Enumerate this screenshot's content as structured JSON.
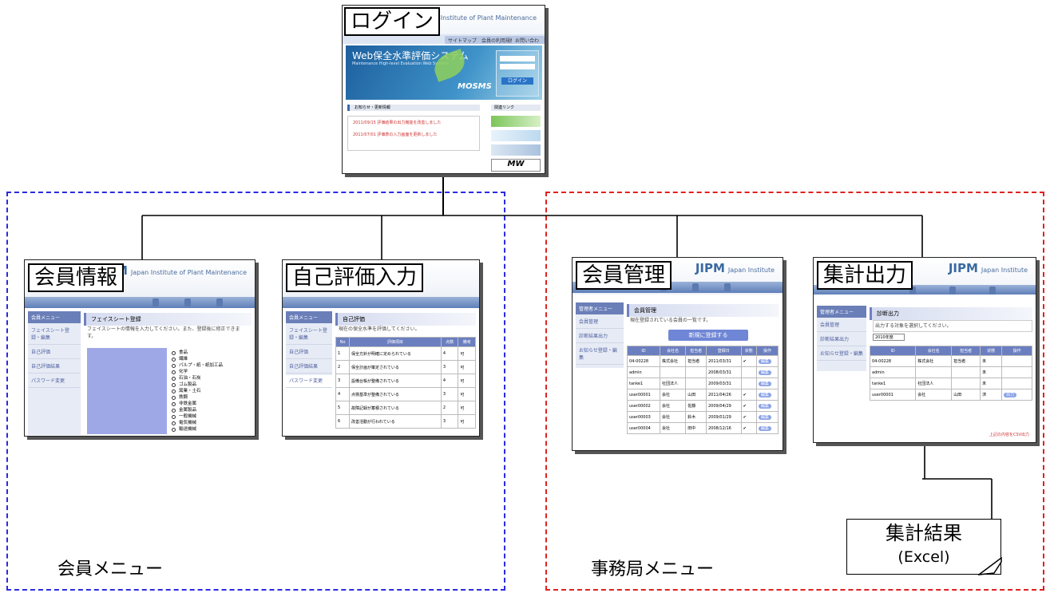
{
  "login": {
    "callout": "ログイン",
    "nav": [
      "お問い合わせ",
      "会員の利用規約",
      "サイトマップ"
    ],
    "banner_title": "Web保全水準評価システム",
    "banner_sub": "Maintenance High-level Evaluation Web System",
    "brand_badge": "MOSMS",
    "login_button": "ログイン",
    "info_title": "お知らせ・更新情報",
    "news": [
      "2011/09/15 評価結果の出力機能を改善しました",
      "2011/07/01 評価表の入力画面を更新しました"
    ],
    "link_title": "関連リンク",
    "mw_badge": "MW"
  },
  "member": {
    "group_label": "会員メニュー",
    "info": {
      "callout": "会員情報",
      "side_title": "会員メニュー",
      "side_items": [
        "フェイスシート登録・編集",
        "自己評価",
        "自己評価結果",
        "パスワード変更"
      ],
      "page_title": "フェイスシート登録",
      "note": "フェイスシートの情報を入力してください。また、登録後に修正できます。",
      "options": [
        "食品",
        "繊維",
        "パルプ・紙・紙加工品",
        "化学",
        "石油・石炭",
        "ゴム製品",
        "窯業・土石",
        "鉄鋼",
        "非鉄金属",
        "金属製品",
        "一般機械",
        "電気機械",
        "輸送機械"
      ]
    },
    "eval": {
      "callout": "自己評価入力",
      "side_title": "会員メニュー",
      "side_items": [
        "フェイスシート登録・編集",
        "自己評価",
        "自己評価結果",
        "パスワード変更"
      ],
      "page_title": "自己評価",
      "note": "現在の保全水準を評価してください。",
      "headers": [
        "No",
        "評価項目",
        "点数",
        "備考"
      ],
      "rows": [
        [
          "1",
          "保全方針が明確に定められている",
          "4",
          "可"
        ],
        [
          "2",
          "保全計画が策定されている",
          "3",
          "可"
        ],
        [
          "3",
          "設備台帳が整備されている",
          "4",
          "可"
        ],
        [
          "4",
          "点検基準が整備されている",
          "3",
          "可"
        ],
        [
          "5",
          "故障記録が蓄積されている",
          "2",
          "可"
        ],
        [
          "6",
          "改善活動が行われている",
          "3",
          "可"
        ]
      ]
    }
  },
  "office": {
    "group_label": "事務局メニュー",
    "manage": {
      "callout": "会員管理",
      "side_title": "管理者メニュー",
      "side_items": [
        "会員管理",
        "診断結果出力",
        "お知らせ登録・編集"
      ],
      "page_title": "会員管理",
      "note": "現在登録されている会員の一覧です。",
      "register_button": "新規に登録する",
      "headers": [
        "ID",
        "会社名",
        "担当者",
        "登録日",
        "状態",
        "操作"
      ],
      "rows": [
        [
          "04-00228",
          "株式会社",
          "担当者",
          "2011/03/31",
          "✔",
          "編集"
        ],
        [
          "admin",
          "",
          "",
          "2008/03/31",
          "",
          "編集"
        ],
        [
          "tanke1",
          "社団法人",
          "",
          "2009/03/31",
          "",
          "編集"
        ],
        [
          "user00001",
          "会社",
          "山田",
          "2011/04/26",
          "✔",
          "編集"
        ],
        [
          "user00002",
          "会社",
          "佐藤",
          "2009/04/29",
          "✔",
          "編集"
        ],
        [
          "user00003",
          "会社",
          "鈴木",
          "2009/01/29",
          "✔",
          "編集"
        ],
        [
          "user00004",
          "会社",
          "田中",
          "2008/12/16",
          "✔",
          "編集"
        ]
      ]
    },
    "output": {
      "callout": "集計出力",
      "side_title": "管理者メニュー",
      "side_items": [
        "会員管理",
        "診断結果出力",
        "お知らせ登録・編集"
      ],
      "page_title": "診断出力",
      "note": "出力する対象を選択してください。",
      "year_select": "2010年度",
      "headers": [
        "ID",
        "会社名",
        "担当者",
        "状態",
        "操作"
      ],
      "rows": [
        [
          "04-00228",
          "株式会社",
          "担当者",
          "未",
          ""
        ],
        [
          "admin",
          "",
          "",
          "未",
          ""
        ],
        [
          "tanke1",
          "社団法人",
          "",
          "未",
          ""
        ],
        [
          "user00001",
          "会社",
          "山田",
          "済",
          "出力"
        ]
      ],
      "download_link": "上記の内容をCSV出力"
    },
    "result_doc": {
      "title": "集計結果",
      "subtitle": "(Excel)"
    }
  },
  "colors": {
    "member_border": "#2b2be0",
    "office_border": "#e02020"
  },
  "icons": [
    "arrow-icon",
    "leaf-icon",
    "checkbox-icon",
    "radio-icon",
    "page-curl-icon"
  ]
}
